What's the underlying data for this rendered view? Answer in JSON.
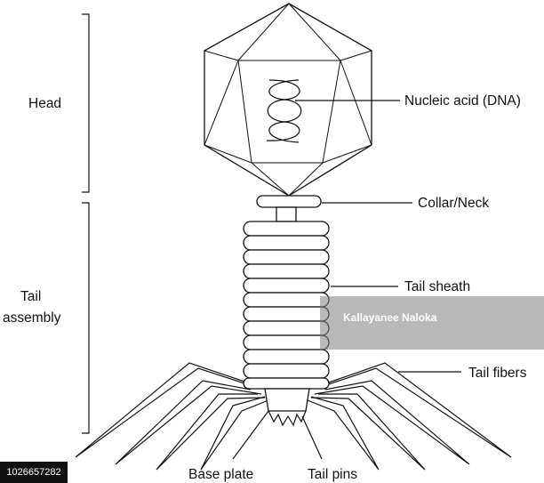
{
  "labels": {
    "head": "Head",
    "tail_assembly_line1": "Tail",
    "tail_assembly_line2": "assembly",
    "nucleic_acid": "Nucleic acid (DNA)",
    "collar_neck": "Collar/Neck",
    "tail_sheath": "Tail sheath",
    "tail_fibers": "Tail fibers",
    "base_plate": "Base plate",
    "tail_pins": "Tail pins"
  },
  "watermark": {
    "credit": "Kallayanee Naloka",
    "stock_id": "1026657282"
  },
  "colors": {
    "line": "#111111",
    "background": "#ffffff",
    "watermark_bar": "#808080"
  }
}
